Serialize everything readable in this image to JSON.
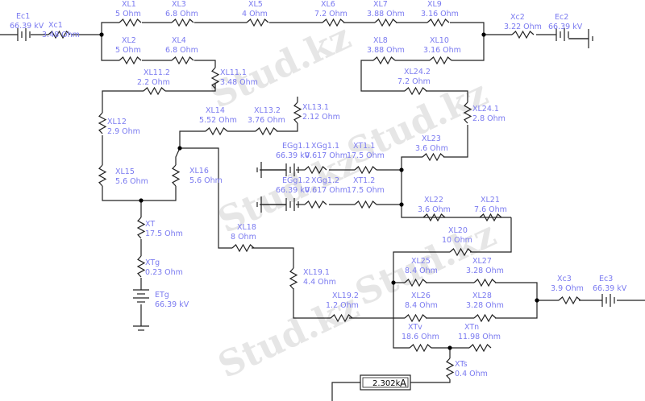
{
  "title": "Short-circuit equivalent circuit schematic",
  "watermark": "Stud.kz",
  "colors": {
    "label": "#7a7af0",
    "wire": "#222222"
  },
  "components": [
    {
      "id": "Ec1",
      "name": "Ec1",
      "value": "66.39 kV",
      "type": "source"
    },
    {
      "id": "Xc1",
      "name": "Xc1",
      "value": "3.48  Ohm",
      "type": "resistor"
    },
    {
      "id": "XL1",
      "name": "XL1",
      "value": "5  Ohm",
      "type": "resistor"
    },
    {
      "id": "XL3",
      "name": "XL3",
      "value": "6.8  Ohm",
      "type": "resistor"
    },
    {
      "id": "XL5",
      "name": "XL5",
      "value": "4  Ohm",
      "type": "resistor"
    },
    {
      "id": "XL6",
      "name": "XL6",
      "value": "7.2  Ohm",
      "type": "resistor"
    },
    {
      "id": "XL7",
      "name": "XL7",
      "value": "3.88  Ohm",
      "type": "resistor"
    },
    {
      "id": "XL9",
      "name": "XL9",
      "value": "3.16  Ohm",
      "type": "resistor"
    },
    {
      "id": "Xc2",
      "name": "Xc2",
      "value": "3.22  Ohm",
      "type": "resistor"
    },
    {
      "id": "Ec2",
      "name": "Ec2",
      "value": "66.39 kV",
      "type": "source"
    },
    {
      "id": "XL2",
      "name": "XL2",
      "value": "5  Ohm",
      "type": "resistor"
    },
    {
      "id": "XL4",
      "name": "XL4",
      "value": "6.8  Ohm",
      "type": "resistor"
    },
    {
      "id": "XL8",
      "name": "XL8",
      "value": "3.88  Ohm",
      "type": "resistor"
    },
    {
      "id": "XL10",
      "name": "XL10",
      "value": "3.16  Ohm",
      "type": "resistor"
    },
    {
      "id": "XL11_1",
      "name": "XL11.1",
      "value": "3.48  Ohm",
      "type": "resistor"
    },
    {
      "id": "XL11_2",
      "name": "XL11.2",
      "value": "2.2  Ohm",
      "type": "resistor"
    },
    {
      "id": "XL24_2",
      "name": "XL24.2",
      "value": "7.2  Ohm",
      "type": "resistor"
    },
    {
      "id": "XL24_1",
      "name": "XL24.1",
      "value": "2.8  Ohm",
      "type": "resistor"
    },
    {
      "id": "XL12",
      "name": "XL12",
      "value": "2.9  Ohm",
      "type": "resistor"
    },
    {
      "id": "XL14",
      "name": "XL14",
      "value": "5.52  Ohm",
      "type": "resistor"
    },
    {
      "id": "XL13_2",
      "name": "XL13.2",
      "value": "3.76  Ohm",
      "type": "resistor"
    },
    {
      "id": "XL13_1",
      "name": "XL13.1",
      "value": "2.12  Ohm",
      "type": "resistor"
    },
    {
      "id": "XL23",
      "name": "XL23",
      "value": "3.6  Ohm",
      "type": "resistor"
    },
    {
      "id": "EGg1_1",
      "name": "EGg1.1",
      "value": "66.39 kV",
      "type": "source"
    },
    {
      "id": "XGg1_1",
      "name": "XGg1.1",
      "value": "0.617  Ohm",
      "type": "resistor"
    },
    {
      "id": "XT1_1",
      "name": "XT1.1",
      "value": "17.5  Ohm",
      "type": "resistor"
    },
    {
      "id": "EGg1_2",
      "name": "EGg1.2",
      "value": "66.39 kV",
      "type": "source"
    },
    {
      "id": "XGg1_2",
      "name": "XGg1.2",
      "value": "0.617  Ohm",
      "type": "resistor"
    },
    {
      "id": "XT1_2",
      "name": "XT1.2",
      "value": "17.5  Ohm",
      "type": "resistor"
    },
    {
      "id": "XL15",
      "name": "XL15",
      "value": "5.6  Ohm",
      "type": "resistor"
    },
    {
      "id": "XL16",
      "name": "XL16",
      "value": "5.6  Ohm",
      "type": "resistor"
    },
    {
      "id": "XL22",
      "name": "XL22",
      "value": "3.6  Ohm",
      "type": "resistor"
    },
    {
      "id": "XL21",
      "name": "XL21",
      "value": "7.6  Ohm",
      "type": "resistor"
    },
    {
      "id": "XT",
      "name": "XT",
      "value": "17.5  Ohm",
      "type": "resistor"
    },
    {
      "id": "XL18",
      "name": "XL18",
      "value": "8  Ohm",
      "type": "resistor"
    },
    {
      "id": "XL20",
      "name": "XL20",
      "value": "10  Ohm",
      "type": "resistor"
    },
    {
      "id": "XTg",
      "name": "XTg",
      "value": "0.23  Ohm",
      "type": "resistor"
    },
    {
      "id": "XL19_1",
      "name": "XL19.1",
      "value": "4.4  Ohm",
      "type": "resistor"
    },
    {
      "id": "XL25",
      "name": "XL25",
      "value": "8.4  Ohm",
      "type": "resistor"
    },
    {
      "id": "XL27",
      "name": "XL27",
      "value": "3.28  Ohm",
      "type": "resistor"
    },
    {
      "id": "Xc3",
      "name": "Xc3",
      "value": "3.9  Ohm",
      "type": "resistor"
    },
    {
      "id": "Ec3",
      "name": "Ec3",
      "value": "66.39 kV",
      "type": "source"
    },
    {
      "id": "ETg",
      "name": "ETg",
      "value": "66.39 kV",
      "type": "source"
    },
    {
      "id": "XL19_2",
      "name": "XL19.2",
      "value": "1.2  Ohm",
      "type": "resistor"
    },
    {
      "id": "XL26",
      "name": "XL26",
      "value": "8.4  Ohm",
      "type": "resistor"
    },
    {
      "id": "XL28",
      "name": "XL28",
      "value": "3.28  Ohm",
      "type": "resistor"
    },
    {
      "id": "XTv",
      "name": "XTv",
      "value": "18.6  Ohm",
      "type": "resistor"
    },
    {
      "id": "XTn",
      "name": "XTn",
      "value": "11.98  Ohm",
      "type": "resistor"
    },
    {
      "id": "XTs",
      "name": "XTs",
      "value": "0.4  Ohm",
      "type": "resistor"
    }
  ],
  "ammeter": {
    "reading": "2.302k",
    "unit": "A"
  }
}
